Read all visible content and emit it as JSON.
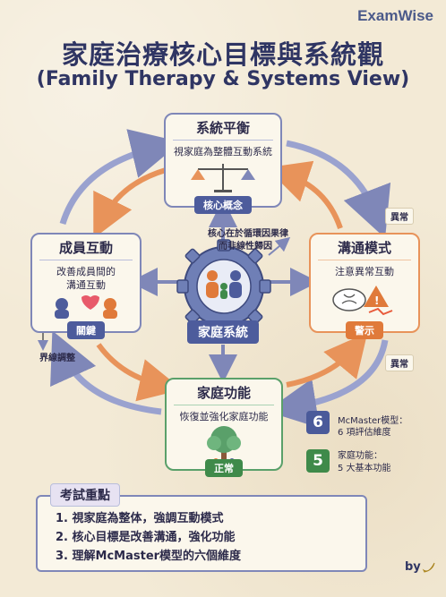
{
  "brand": "ExamWise",
  "title": "家庭治療核心目標與系統觀",
  "subtitle": "(Family Therapy & Systems View)",
  "center": {
    "label": "家庭系統",
    "note_line1": "核心在於循環因果律",
    "note_line2": "而非線性歸因"
  },
  "nodes": {
    "top": {
      "title": "系統平衡",
      "desc": "視家庭為整體互動系統",
      "tag": "核心概念"
    },
    "left": {
      "title": "成員互動",
      "desc_line1": "改善成員間的",
      "desc_line2": "溝通互動",
      "tag": "關鍵"
    },
    "right": {
      "title": "溝通模式",
      "desc": "注意異常互動",
      "tag": "警示"
    },
    "bottom": {
      "title": "家庭功能",
      "desc": "恢復並強化家庭功能",
      "tag": "正常"
    }
  },
  "side_labels": {
    "abnormal_top": "異常",
    "abnormal_bottom": "異常",
    "boundary": "界線調整"
  },
  "badges": [
    {
      "number": "6",
      "line1": "McMaster模型：",
      "line2": "6 項評估維度",
      "color": "#4a5a9a"
    },
    {
      "number": "5",
      "line1": "家庭功能：",
      "line2": "5 大基本功能",
      "color": "#3f8a4a"
    }
  ],
  "exam": {
    "title": "考試重點",
    "items": [
      "1. 視家庭為整体，強調互動模式",
      "2. 核心目標是改善溝通，強化功能",
      "3. 理解McMaster模型的六個維度"
    ]
  },
  "signature": "by",
  "colors": {
    "top_tag": "#4d5c9c",
    "left_tag": "#4d5c9c",
    "right_tag": "#e07a3a",
    "bottom_tag": "#3f8a4a"
  }
}
